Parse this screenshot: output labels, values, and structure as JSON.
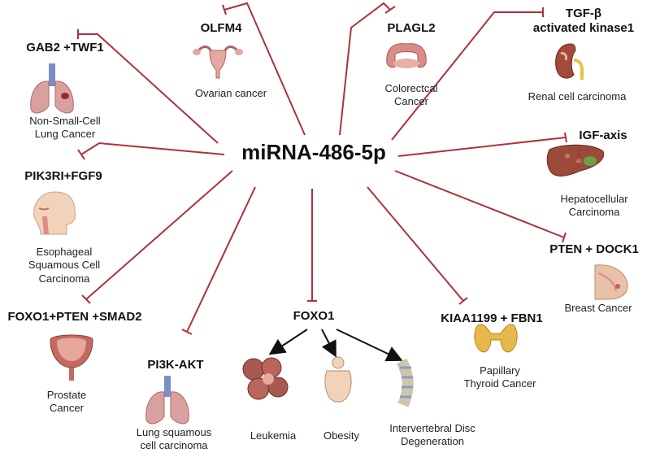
{
  "center": "miRNA-486-5p",
  "targets": {
    "gab2": {
      "gene": "GAB2 +TWF1",
      "disease_l1": "Non-Small-Cell",
      "disease_l2": "Lung Cancer"
    },
    "olfm4": {
      "gene": "OLFM4",
      "disease_l1": "Ovarian cancer"
    },
    "plagl2": {
      "gene": "PLAGL2",
      "disease_l1": "Colorectcal",
      "disease_l2": "Cancer"
    },
    "tgfb": {
      "gene_l1": "TGF-β",
      "gene_l2": "activated kinase1",
      "disease_l1": "Renal cell carcinoma"
    },
    "pik3ri": {
      "gene": "PIK3RI+FGF9",
      "disease_l1": "Esophageal",
      "disease_l2": "Squamous Cell",
      "disease_l3": "Carcinoma"
    },
    "igf": {
      "gene": "IGF-axis",
      "disease_l1": "Hepatocellular",
      "disease_l2": "Carcinoma"
    },
    "pten_dock": {
      "gene": "PTEN + DOCK1",
      "disease_l1": "Breast Cancer"
    },
    "foxo_pten": {
      "gene": "FOXO1+PTEN +SMAD2",
      "disease_l1": "Prostate",
      "disease_l2": "Cancer"
    },
    "pi3k": {
      "gene": "PI3K-AKT",
      "disease_l1": "Lung squamous",
      "disease_l2": "cell carcinoma"
    },
    "foxo1": {
      "gene": "FOXO1",
      "d1": "Leukemia",
      "d2": "Obesity",
      "d3_l1": "Intervertebral Disc",
      "d3_l2": "Degeneration"
    },
    "kiaa": {
      "gene": "KIAA1199 + FBN1",
      "disease_l1": "Papillary",
      "disease_l2": "Thyroid Cancer"
    }
  },
  "colors": {
    "inhibit_line": "#b0303a",
    "arrow": "#111111",
    "organ_pink": "#d88a8a",
    "liver": "#9c4a3a",
    "thyroid": "#e8b84a"
  }
}
